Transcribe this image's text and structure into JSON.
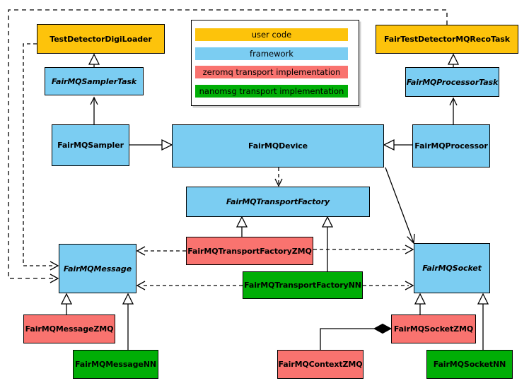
{
  "diagram": {
    "kind": "uml-class-diagram",
    "subject": "FairMQ framework class hierarchy"
  },
  "colors": {
    "user_code": "#fdc30b",
    "framework": "#7bcdf2",
    "zeromq": "#f9736f",
    "nanomsg": "#00ae06",
    "border": "#000000",
    "background": "#ffffff"
  },
  "legend": {
    "items": [
      {
        "label": "user code",
        "color": "#fdc30b"
      },
      {
        "label": "framework",
        "color": "#7bcdf2"
      },
      {
        "label": "zeromq transport implementation",
        "color": "#f9736f"
      },
      {
        "label": "nanomsg transport implementation",
        "color": "#00ae06"
      }
    ]
  },
  "nodes": {
    "testDetectorDigiLoader": {
      "label": "TestDetectorDigiLoader",
      "type": "user-code",
      "abstract": false
    },
    "fairTestDetectorMQRecoTask": {
      "label": "FairTestDetectorMQRecoTask",
      "type": "user-code",
      "abstract": false
    },
    "fairMQSamplerTask": {
      "label": "FairMQSamplerTask",
      "type": "framework",
      "abstract": true
    },
    "fairMQProcessorTask": {
      "label": "FairMQProcessorTask",
      "type": "framework",
      "abstract": true
    },
    "fairMQSampler": {
      "label": "FairMQSampler",
      "type": "framework",
      "abstract": false
    },
    "fairMQDevice": {
      "label": "FairMQDevice",
      "type": "framework",
      "abstract": false
    },
    "fairMQProcessor": {
      "label": "FairMQProcessor",
      "type": "framework",
      "abstract": false
    },
    "fairMQTransportFactory": {
      "label": "FairMQTransportFactory",
      "type": "framework",
      "abstract": true
    },
    "fairMQTransportFactoryZMQ": {
      "label": "FairMQTransportFactoryZMQ",
      "type": "zeromq",
      "abstract": false
    },
    "fairMQTransportFactoryNN": {
      "label": "FairMQTransportFactoryNN",
      "type": "nanomsg",
      "abstract": false
    },
    "fairMQMessage": {
      "label": "FairMQMessage",
      "type": "framework",
      "abstract": true
    },
    "fairMQSocket": {
      "label": "FairMQSocket",
      "type": "framework",
      "abstract": true
    },
    "fairMQMessageZMQ": {
      "label": "FairMQMessageZMQ",
      "type": "zeromq",
      "abstract": false
    },
    "fairMQMessageNN": {
      "label": "FairMQMessageNN",
      "type": "nanomsg",
      "abstract": false
    },
    "fairMQContextZMQ": {
      "label": "FairMQContextZMQ",
      "type": "zeromq",
      "abstract": false
    },
    "fairMQSocketZMQ": {
      "label": "FairMQSocketZMQ",
      "type": "zeromq",
      "abstract": false
    },
    "fairMQSocketNN": {
      "label": "FairMQSocketNN",
      "type": "nanomsg",
      "abstract": false
    }
  },
  "relationships": [
    {
      "from": "FairMQSamplerTask",
      "to": "TestDetectorDigiLoader",
      "line": "solid",
      "head": "hollow-triangle"
    },
    {
      "from": "FairMQProcessorTask",
      "to": "FairTestDetectorMQRecoTask",
      "line": "solid",
      "head": "hollow-triangle"
    },
    {
      "from": "FairMQSampler",
      "to": "FairMQSamplerTask",
      "line": "solid",
      "head": "open-arrow"
    },
    {
      "from": "FairMQProcessor",
      "to": "FairMQProcessorTask",
      "line": "solid",
      "head": "open-arrow"
    },
    {
      "from": "FairMQSampler",
      "to": "FairMQDevice",
      "line": "solid",
      "head": "hollow-triangle"
    },
    {
      "from": "FairMQProcessor",
      "to": "FairMQDevice",
      "line": "solid",
      "head": "hollow-triangle"
    },
    {
      "from": "FairMQDevice",
      "to": "FairMQTransportFactory",
      "line": "dashed",
      "head": "open-arrow"
    },
    {
      "from": "FairMQDevice",
      "to": "FairMQSocket",
      "line": "solid",
      "head": "open-arrow"
    },
    {
      "from": "FairMQTransportFactoryZMQ",
      "to": "FairMQTransportFactory",
      "line": "solid",
      "head": "hollow-triangle"
    },
    {
      "from": "FairMQTransportFactoryNN",
      "to": "FairMQTransportFactory",
      "line": "solid",
      "head": "hollow-triangle"
    },
    {
      "from": "FairMQTransportFactoryZMQ",
      "to": "FairMQMessage",
      "line": "dashed",
      "head": "open-arrow"
    },
    {
      "from": "FairMQTransportFactoryZMQ",
      "to": "FairMQSocket",
      "line": "dashed",
      "head": "open-arrow"
    },
    {
      "from": "FairMQTransportFactoryNN",
      "to": "FairMQMessage",
      "line": "dashed",
      "head": "open-arrow"
    },
    {
      "from": "FairMQTransportFactoryNN",
      "to": "FairMQSocket",
      "line": "dashed",
      "head": "open-arrow"
    },
    {
      "from": "TestDetectorDigiLoader",
      "to": "FairMQMessage",
      "line": "dashed",
      "head": "open-arrow"
    },
    {
      "from": "FairTestDetectorMQRecoTask",
      "to": "FairMQMessage",
      "line": "dashed",
      "head": "open-arrow"
    },
    {
      "from": "FairMQMessageZMQ",
      "to": "FairMQMessage",
      "line": "solid",
      "head": "hollow-triangle"
    },
    {
      "from": "FairMQMessageNN",
      "to": "FairMQMessage",
      "line": "solid",
      "head": "hollow-triangle"
    },
    {
      "from": "FairMQSocketZMQ",
      "to": "FairMQSocket",
      "line": "solid",
      "head": "hollow-triangle"
    },
    {
      "from": "FairMQSocketNN",
      "to": "FairMQSocket",
      "line": "solid",
      "head": "hollow-triangle"
    },
    {
      "from": "FairMQContextZMQ",
      "to": "FairMQSocketZMQ",
      "line": "solid",
      "head": "filled-diamond"
    }
  ]
}
